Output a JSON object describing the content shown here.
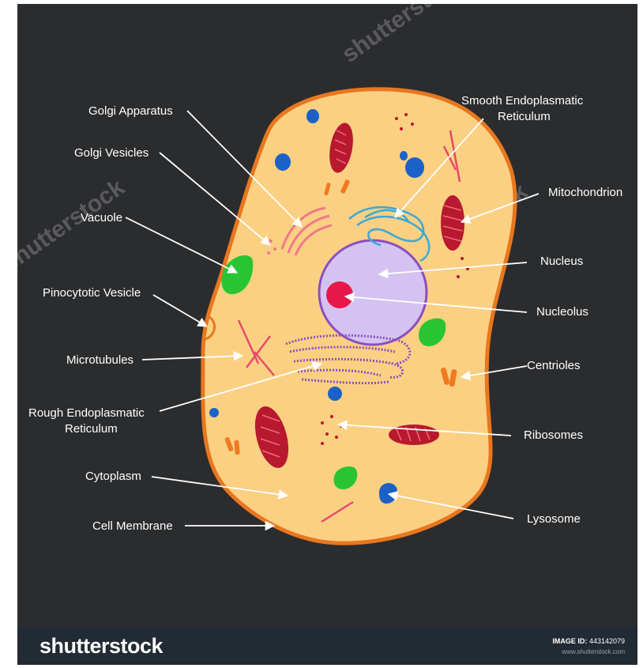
{
  "labels": {
    "golgi_apparatus": "Golgi Apparatus",
    "golgi_vesicles": "Golgi Vesicles",
    "vacuole": "Vacuole",
    "pinocytotic_vesicle": "Pinocytotic Vesicle",
    "microtubules": "Microtubules",
    "rough_er_line1": "Rough Endoplasmatic",
    "rough_er_line2": "Reticulum",
    "cytoplasm": "Cytoplasm",
    "cell_membrane": "Cell Membrane",
    "smooth_er_line1": "Smooth Endoplasmatic",
    "smooth_er_line2": "Reticulum",
    "mitochondrion": "Mitochondrion",
    "nucleus": "Nucleus",
    "nucleolus": "Nucleolus",
    "centrioles": "Centrioles",
    "ribosomes": "Ribosomes",
    "lysosome": "Lysosome"
  },
  "watermark": "shutterstock",
  "footer": {
    "logo": "shutterstock",
    "image_id_label": "IMAGE ID:",
    "image_id_value": "443142079",
    "site_url": "www.shutterstock.com"
  },
  "colors": {
    "background": "#2b2c2e",
    "cytoplasm": "#fbd083",
    "membrane": "#e8771f",
    "nucleus": "#d4c3f0",
    "nucleolus": "#e8174a",
    "mitochondrion": "#b8192e",
    "vacuole": "#29c433",
    "lysosome": "#1a62c8",
    "smooth_er": "#3aa8d8",
    "rough_er": "#8b4fbf",
    "leader_lines": "#ffffff",
    "footer": "#222a33"
  }
}
